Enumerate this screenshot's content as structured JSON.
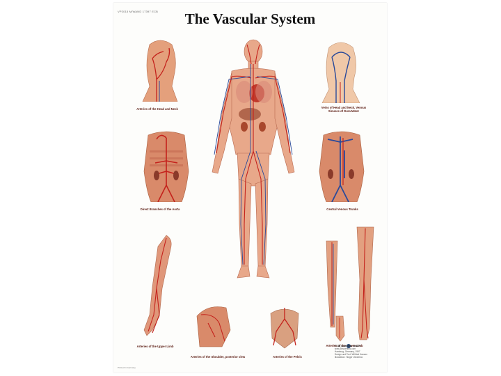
{
  "poster": {
    "product_code": "VP2015 M/WAND 17397 ECB",
    "title": "The Vascular System",
    "captions": {
      "head_neck_arteries": "Arteries of the Head and Neck",
      "head_neck_veins_line1": "Veins of Head and Neck, Venous",
      "head_neck_veins_line2": "Sinuses of Dura Mater",
      "aorta": "Direct Branches of the Aorta",
      "venous_trunks": "Central Venous Trunks",
      "upper_limb": "Arteries of the Upper Limb",
      "shoulder": "Arteries of the Shoulder, posterior view",
      "pelvis": "Arteries of the Pelvis",
      "lower_limb": "Arteries of the Lower Limb"
    },
    "publisher": {
      "brand": "© 3B Scientific GmbH",
      "line1": "www.3bscientific.com",
      "line2": "Hamburg, Germany, 1997",
      "line3": "Design und Text: Wilfried Hansen",
      "line4": "Illustration: Holger Vanselow"
    },
    "printed": "Printed in Germany",
    "colors": {
      "skin": "#e9a27a",
      "artery": "#c4221c",
      "vein": "#2a4a9a",
      "caption": "#5a1a10"
    }
  }
}
